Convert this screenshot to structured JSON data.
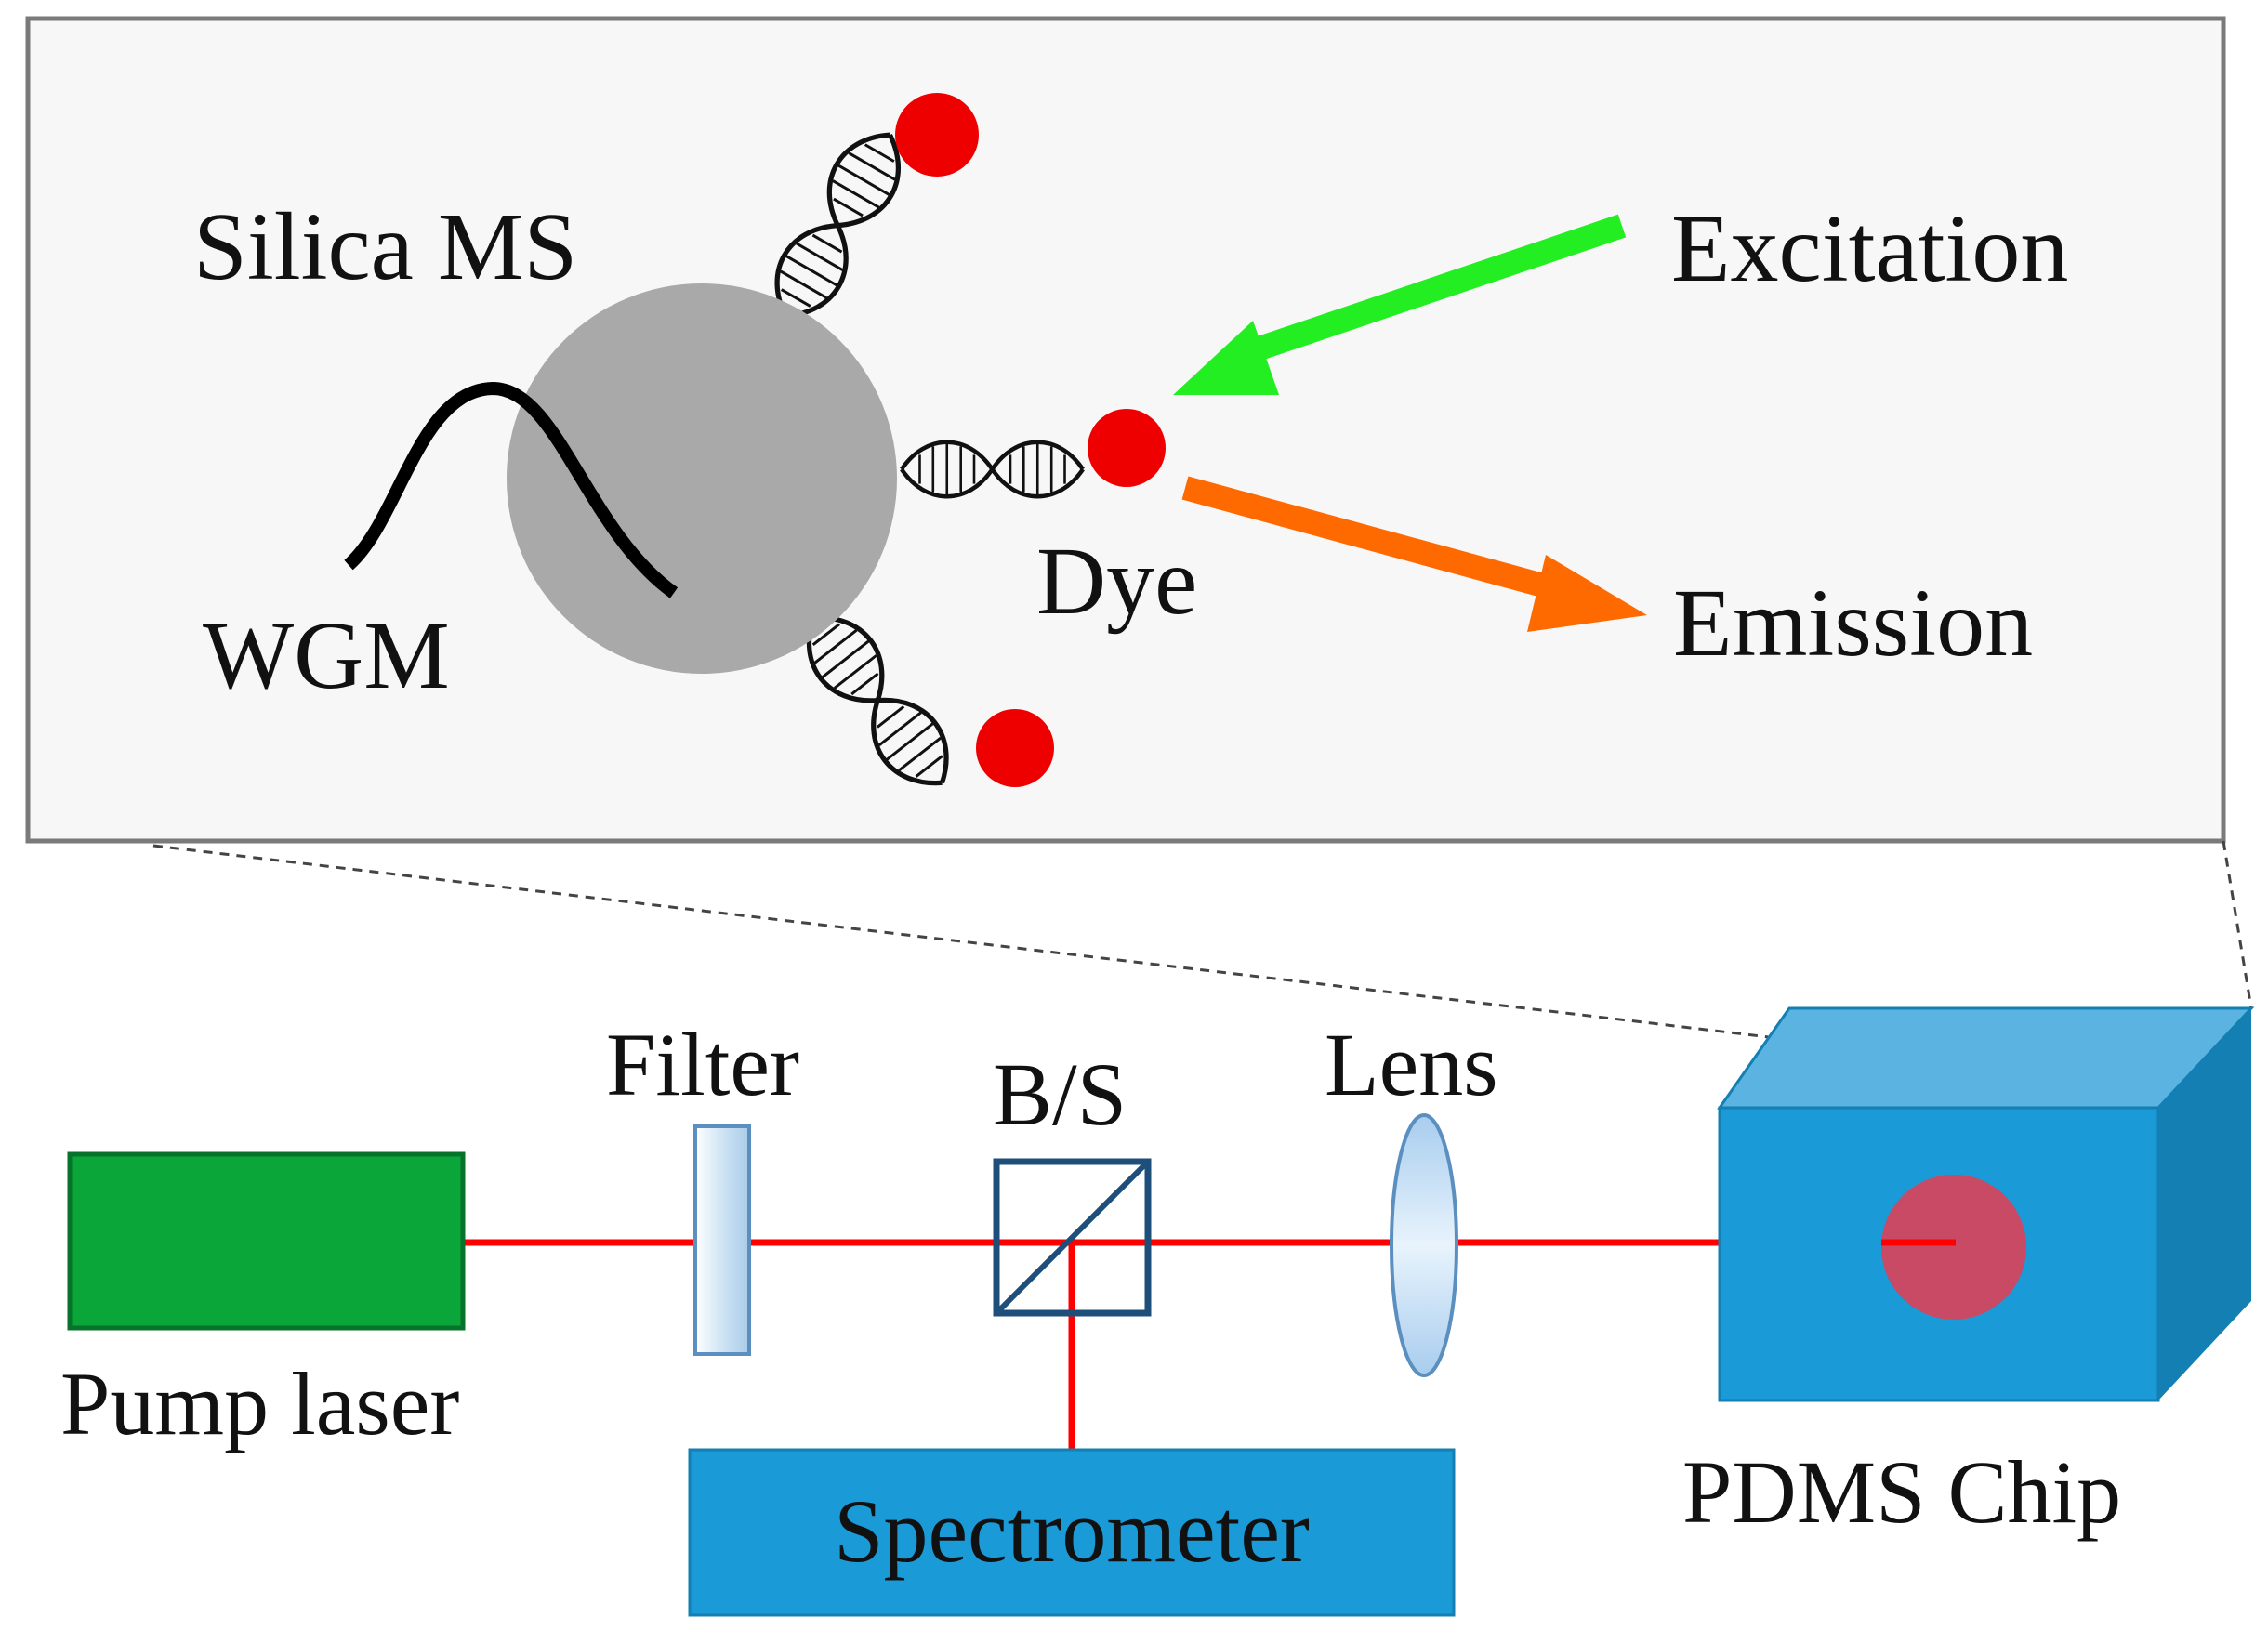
{
  "inset": {
    "silica_ms_label": "Silica MS",
    "wgm_label": "WGM",
    "dye_label": "Dye",
    "excitation_label": "Excitation",
    "emission_label": "Emission"
  },
  "setup": {
    "pump_laser_label": "Pump laser",
    "filter_label": "Filter",
    "beam_splitter_label": "B/S",
    "lens_label": "Lens",
    "pdms_chip_label": "PDMS Chip",
    "spectrometer_label": "Spectrometer"
  },
  "colors": {
    "inset_background": "#f7f7f7",
    "inset_border": "#7a7a7a",
    "microsphere": "#a9a9a9",
    "dye": "#ee0000",
    "excitation_arrow": "#22ee22",
    "emission_arrow": "#ff6a00",
    "laser_beam": "#ff0000",
    "pump_laser": "#0aa63a",
    "spectrometer": "#1a9ad6",
    "chip_front": "#1a9ad6",
    "chip_top": "#5ab3e0",
    "chip_side": "#137fb3",
    "chip_spot": "#c84a64",
    "beam_splitter_outline": "#1d4f7a"
  },
  "icons": [
    "dna-helix-icon",
    "dye-molecule-icon",
    "microsphere-icon",
    "wgm-mode-icon",
    "filter-icon",
    "beam-splitter-icon",
    "lens-icon"
  ]
}
